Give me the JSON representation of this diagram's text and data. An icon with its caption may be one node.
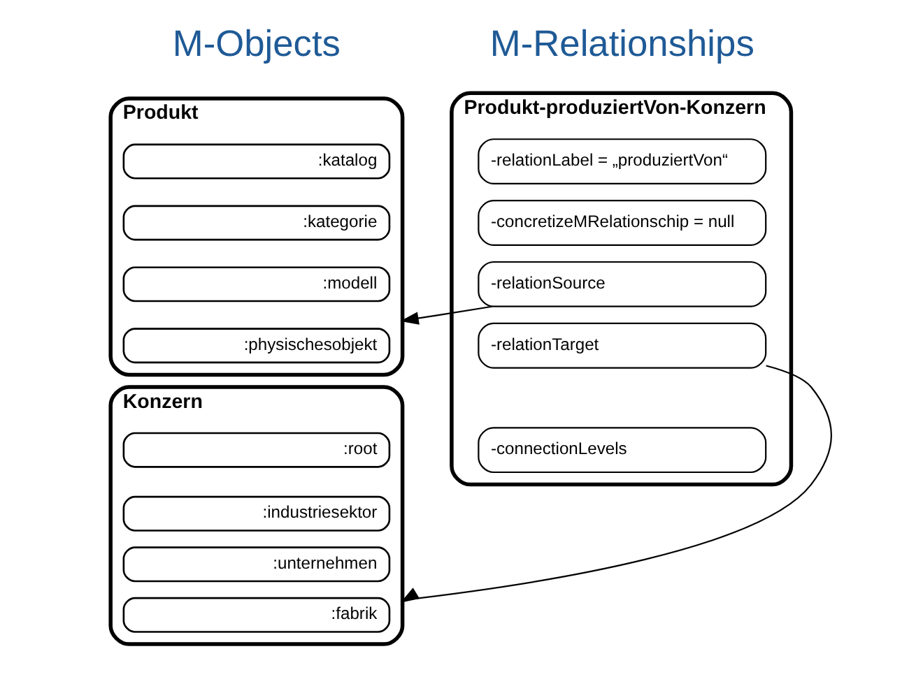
{
  "diagram": {
    "nodes": [
      {
        "text": [
          "Produkt"
        ]
      },
      {
        "text": [
          ":katalog"
        ],
        "in": 0
      },
      {
        "text": [
          ":kategorie"
        ],
        "in": 0
      },
      {
        "text": [
          ":modell"
        ],
        "in": 0
      },
      {
        "text": [
          ":physischesobjekt"
        ],
        "in": 0
      },
      {
        "text": [
          "Konzern"
        ]
      },
      {
        "text": [
          ":root"
        ],
        "in": 5
      },
      {
        "text": [
          ":industriesektor"
        ],
        "in": 5
      },
      {
        "text": [
          ":unternehmen"
        ],
        "in": 5
      },
      {
        "text": [
          ":fabrik"
        ],
        "in": 5
      },
      {
        "text": [
          "Produkt-produziertVon-Konzern"
        ]
      },
      {
        "text": [
          "-relationLabel = „produziertVon“"
        ],
        "in": 10
      },
      {
        "text": [
          "-concretizeMRelationschip = null"
        ],
        "in": 10
      },
      {
        "text": [
          "-relationSource"
        ],
        "in": 10
      },
      {
        "text": [
          "-relationTarget"
        ],
        "in": 10
      },
      {
        "text": [
          "-connectionLevels"
        ],
        "in": 10
      }
    ],
    "edges": [
      {
        "from": 13,
        "to": 0,
        "arrow": "to"
      },
      {
        "from": 14,
        "to": 5,
        "arrow": "to"
      }
    ],
    "labels": [
      "M-Objects",
      "M-Relationships"
    ]
  }
}
